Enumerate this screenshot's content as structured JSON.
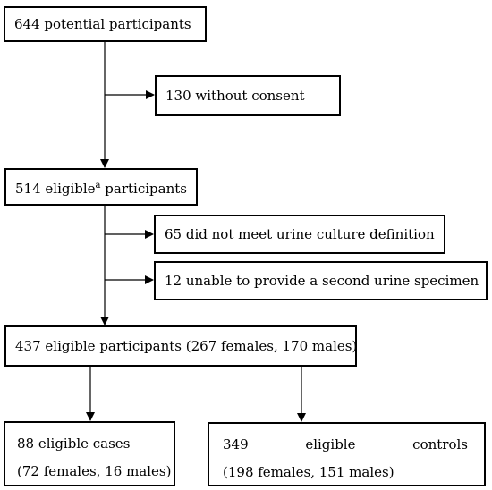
{
  "boxes": {
    "potential": "644 potential participants",
    "no_consent": "130 without consent",
    "eligible_prefix": "514 eligible",
    "eligible_sup": "a",
    "eligible_suffix": " participants",
    "no_urine_def": "65 did not meet urine culture definition",
    "no_second_specimen": "12 unable to provide a second urine specimen",
    "eligible_437": "437 eligible participants (267 females, 170 males)",
    "cases_line1": "88 eligible cases",
    "cases_line2": "(72 females, 16 males)",
    "controls_words": [
      "349",
      "eligible",
      "controls"
    ],
    "controls_line2": "(198 females, 151 males)"
  }
}
